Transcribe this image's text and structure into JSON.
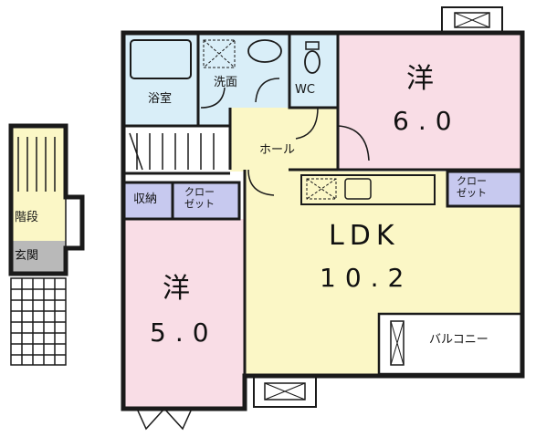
{
  "floor_plan": {
    "rooms": {
      "western_east": {
        "name": "洋",
        "size": "6.0"
      },
      "western_west": {
        "name": "洋",
        "size": "5.0"
      },
      "ldk": {
        "name": "LDK",
        "size": "10.2"
      },
      "bath": "浴室",
      "washroom": "洗面",
      "toilet": "WC",
      "hall": "ホール",
      "storage": "収納",
      "closet_west": "クロー\nゼット",
      "closet_east": "クロー\nゼット",
      "balcony": "バルコニー",
      "stairs": "階段",
      "entrance": "玄関"
    },
    "colors": {
      "wall": "#1a1a1a",
      "bedroom": "#f9dde6",
      "ldk": "#fbf7c6",
      "wet_area": "#d9eef8",
      "closet": "#c7c9ef",
      "entrance": "#b9b9b9",
      "stairs": "#fbf7c6"
    }
  }
}
